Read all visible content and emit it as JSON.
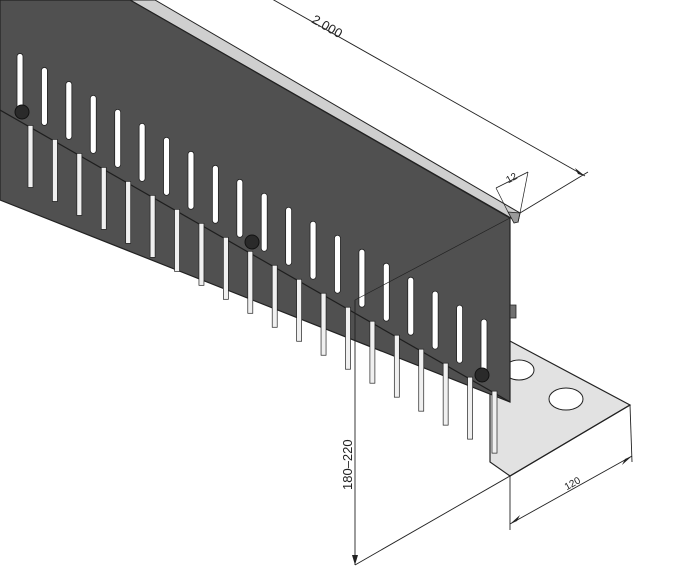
{
  "dimensions": {
    "length": "2.000",
    "flange_thickness": "12",
    "height": "180–220",
    "base_width": "120"
  },
  "colors": {
    "panel": "#505050",
    "slot": "#ffffff",
    "base": "#e2e2e2",
    "lines": "#222222"
  }
}
